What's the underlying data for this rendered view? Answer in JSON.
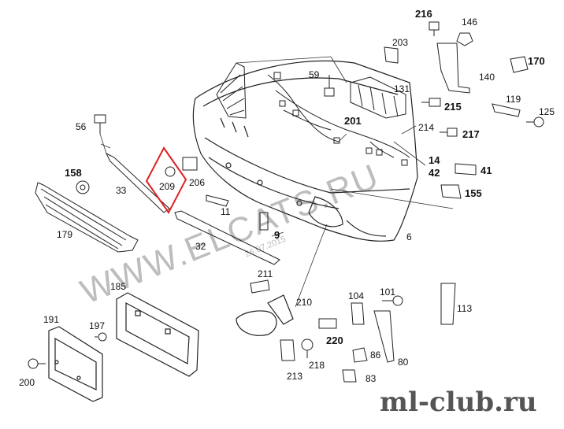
{
  "watermark": {
    "site": "WWW.ELCATS.RU",
    "date": "26.07.2015"
  },
  "brand": "ml-club.ru",
  "highlight": {
    "part": "209",
    "color": "#e02020"
  },
  "parts": {
    "p216": "216",
    "p146": "146",
    "p203": "203",
    "p170": "170",
    "p59": "59",
    "p131": "131",
    "p140": "140",
    "p215": "215",
    "p119": "119",
    "p125": "125",
    "p56": "56",
    "p201": "201",
    "p214": "214",
    "p217": "217",
    "p14": "14",
    "p42": "42",
    "p41": "41",
    "p155": "155",
    "p158": "158",
    "p33": "33",
    "p209": "209",
    "p206": "206",
    "p11": "11",
    "p179": "179",
    "p9": "9",
    "p6": "6",
    "p32": "32",
    "p185": "185",
    "p211": "211",
    "p210": "210",
    "p104": "104",
    "p101": "101",
    "p113": "113",
    "p191": "191",
    "p197": "197",
    "p220": "220",
    "p86": "86",
    "p80": "80",
    "p218": "218",
    "p200": "200",
    "p213": "213",
    "p83": "83"
  }
}
